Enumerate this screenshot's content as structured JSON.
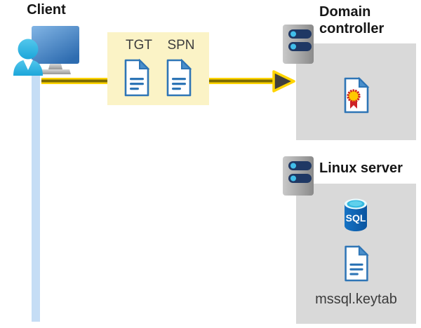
{
  "diagram": {
    "client": {
      "label": "Client"
    },
    "ticket_box": {
      "tickets": [
        {
          "label": "TGT"
        },
        {
          "label": "SPN"
        }
      ]
    },
    "domain_controller": {
      "label": "Domain controller"
    },
    "linux_server": {
      "label": "Linux server",
      "database_label": "SQL",
      "keytab_label": "mssql.keytab"
    }
  },
  "icons": {
    "client": "monitor-user-icon",
    "tickets": "document-icon",
    "domain_controller": "server-icon",
    "certificate": "certificate-icon",
    "linux_server": "server-icon",
    "database": "sql-database-icon",
    "keytab": "document-icon"
  },
  "colors": {
    "arrow_yellow": "#ffd400",
    "arrow_core": "#7d6b00",
    "arrowhead_fill": "#3f3f3f",
    "ticket_box_bg": "#fbf3c6",
    "host_box_bg": "#d9d9d9",
    "document_blue": "#2e75b6",
    "client_line_blue": "#c5ddf5",
    "person_cyan": "#35bde8",
    "monitor_blue": "#2e6cb0",
    "sql_body_blue": "#0f5fac",
    "server_pill_navy": "#1f3864",
    "certificate_red": "#ce2227",
    "certificate_gold": "#ffc800"
  }
}
